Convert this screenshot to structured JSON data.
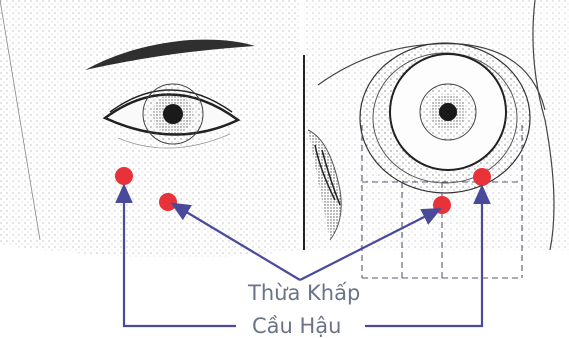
{
  "labels": {
    "thua_khap": "Thừa Khấp",
    "cau_hau": "Cầu Hậu"
  },
  "colors": {
    "point": "#e8323a",
    "arrow": "#4a4a9a",
    "label": "#6a7388",
    "sketch": "#3a3a3a",
    "dotted_guide": "#5a5a70"
  },
  "icons": [
    "acupoint-marker",
    "arrow-head"
  ]
}
